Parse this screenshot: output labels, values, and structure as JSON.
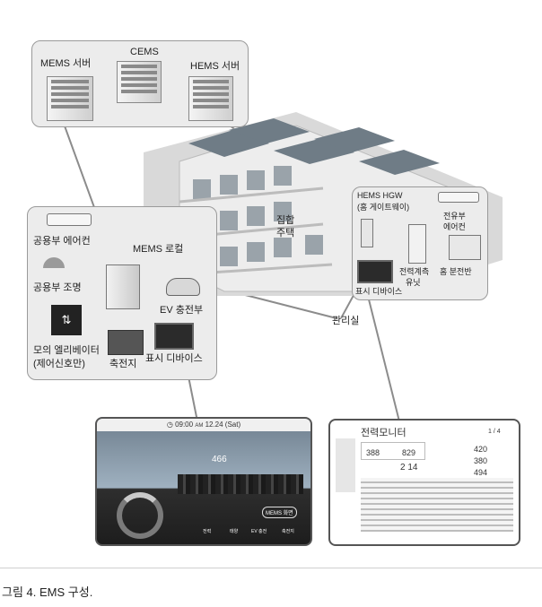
{
  "labels": {
    "mems_server": "MEMS 서버",
    "cems": "CEMS",
    "hems_server": "HEMS 서버",
    "common_aircon": "공용부 에어컨",
    "common_light": "공용부 조명",
    "mems_local": "MEMS 로컬",
    "ev_charger": "EV 충전부",
    "elevator_line1": "모의 엘리베이터",
    "elevator_line2": "(제어신호만)",
    "storage_battery": "축전지",
    "display_device_left": "표시 디바이스",
    "apartment_line1": "집합",
    "apartment_line2": "주택",
    "control_room": "관리실",
    "hems_hgw_line1": "HEMS HGW",
    "hems_hgw_line2": "(홈 게이트웨이)",
    "private_aircon_line1": "전유부",
    "private_aircon_line2": "에어컨",
    "power_meter_line1": "전력계측",
    "power_meter_line2": "유닛",
    "home_panel": "홈 분전반",
    "display_device_right": "표시 디바이스"
  },
  "left_screen": {
    "clock": "09:00",
    "am": "AM",
    "date": "12.24 (Sat)",
    "value": "466",
    "mems_button": "MEMS 화면",
    "buttons": [
      "전력",
      "태양",
      "EV 충전",
      "축전지"
    ]
  },
  "right_screen": {
    "title": "전력모니터",
    "values": [
      "388",
      "829",
      "420",
      "380",
      "494"
    ],
    "value2": "2 14",
    "page": "1 / 4"
  },
  "caption": "그림 4. EMS 구성.",
  "colors": {
    "bubble_fill": "#ececec",
    "bubble_border": "#9a9a9a",
    "line": "#8c8c8c"
  }
}
